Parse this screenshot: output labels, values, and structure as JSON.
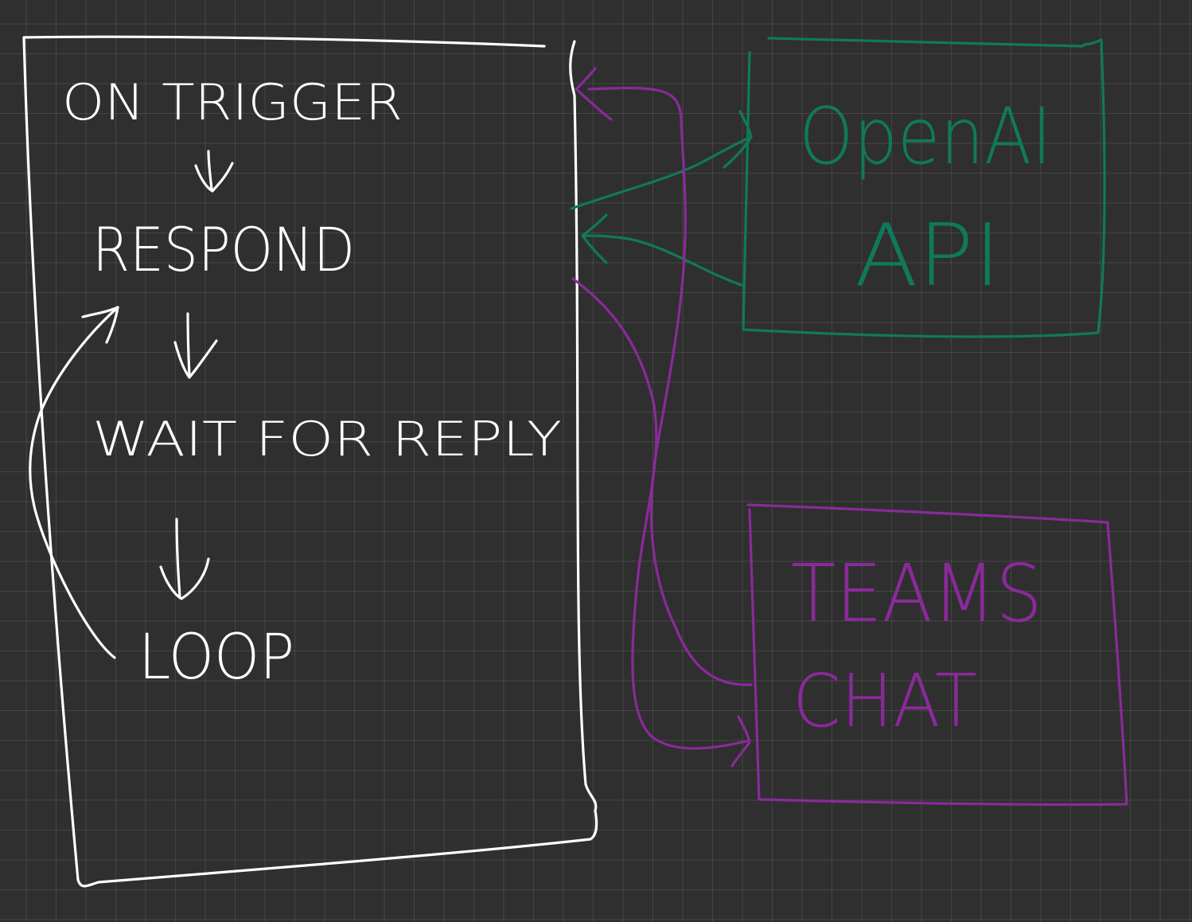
{
  "colors": {
    "background": "#2f2f2f",
    "grid": "#444444",
    "main_ink": "#ffffff",
    "openai_ink": "#0f7a5a",
    "teams_ink": "#8a2a9a"
  },
  "flow": {
    "steps": [
      {
        "label": "ON TRIGGER"
      },
      {
        "label": "RESPOND"
      },
      {
        "label": "WAIT FOR REPLY"
      },
      {
        "label": "LOOP"
      }
    ]
  },
  "openai_box": {
    "line1": "OpenAI",
    "line2": "API"
  },
  "teams_box": {
    "line1": "TEAMS",
    "line2": "CHAT"
  }
}
